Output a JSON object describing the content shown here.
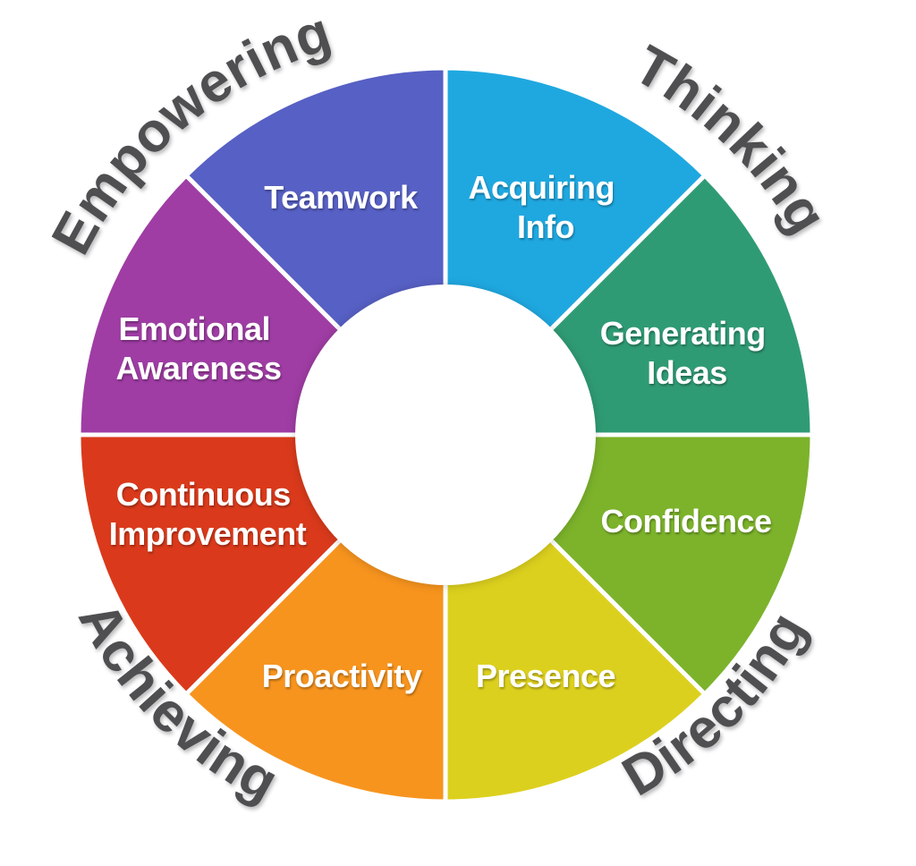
{
  "wheel": {
    "background": "#FFFFFF",
    "divider_color": "#FFFFFF",
    "center_hole_color": "#FFFFFF",
    "segment_text_color": "#FFFFFF",
    "quadrant_text_color": "#4F4F52",
    "quadrants": [
      {
        "id": "empowering",
        "label": "Empowering",
        "position": "top-left"
      },
      {
        "id": "thinking",
        "label": "Thinking",
        "position": "top-right"
      },
      {
        "id": "directing",
        "label": "Directing",
        "position": "bottom-right"
      },
      {
        "id": "achieving",
        "label": "Achieving",
        "position": "bottom-left"
      }
    ],
    "segments": [
      {
        "id": "acquiring-info",
        "label": "Acquiring Info",
        "lines": [
          "Acquiring",
          "Info"
        ],
        "color": "#1FA8E0",
        "quadrant": "Thinking"
      },
      {
        "id": "generating-ideas",
        "label": "Generating Ideas",
        "lines": [
          "Generating",
          "Ideas"
        ],
        "color": "#2F9B74",
        "quadrant": "Thinking"
      },
      {
        "id": "confidence",
        "label": "Confidence",
        "lines": [
          "Confidence"
        ],
        "color": "#7CB32B",
        "quadrant": "Directing"
      },
      {
        "id": "presence",
        "label": "Presence",
        "lines": [
          "Presence"
        ],
        "color": "#DCD01E",
        "quadrant": "Directing"
      },
      {
        "id": "proactivity",
        "label": "Proactivity",
        "lines": [
          "Proactivity"
        ],
        "color": "#F7941E",
        "quadrant": "Achieving"
      },
      {
        "id": "continuous-improvement",
        "label": "Continuous Improvement",
        "lines": [
          "Continuous",
          "Improvement"
        ],
        "color": "#DA3A1B",
        "quadrant": "Achieving"
      },
      {
        "id": "emotional-awareness",
        "label": "Emotional Awareness",
        "lines": [
          "Emotional",
          "Awareness"
        ],
        "color": "#9F3DA4",
        "quadrant": "Empowering"
      },
      {
        "id": "teamwork",
        "label": "Teamwork",
        "lines": [
          "Teamwork"
        ],
        "color": "#5760C4",
        "quadrant": "Empowering"
      }
    ]
  }
}
